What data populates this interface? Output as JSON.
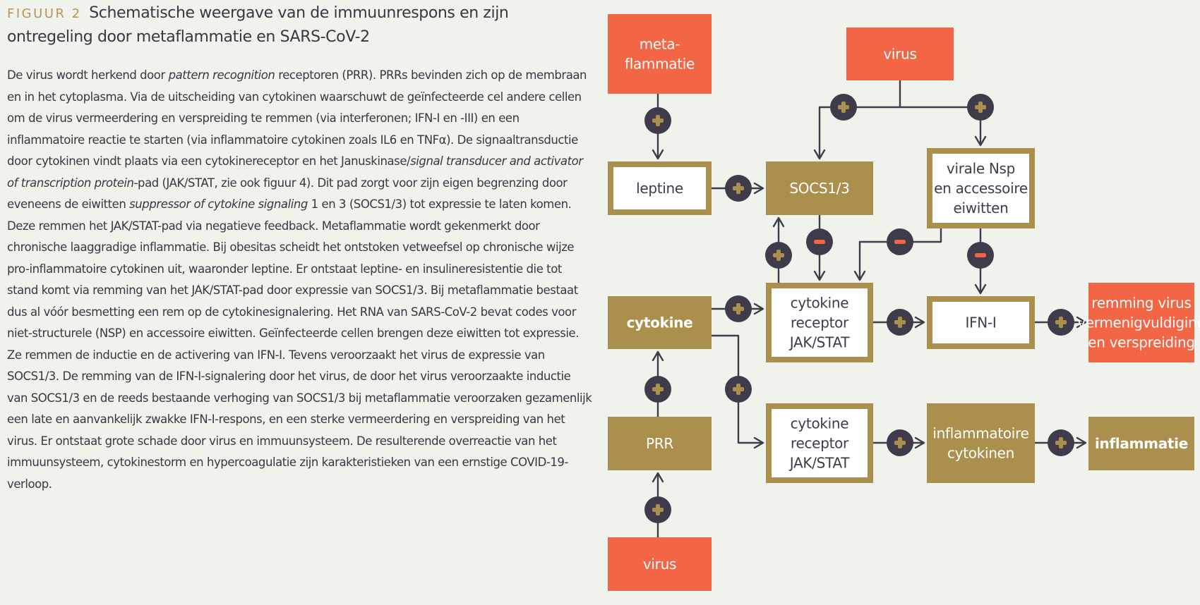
{
  "figure": {
    "label": "FIGUUR 2",
    "title": "Schematische weergave van de immuunrespons en zijn ontregeling door metaflammatie en SARS-CoV-2",
    "body": [
      {
        "text": "De virus wordt herkend door "
      },
      {
        "text": "pattern recognition",
        "italic": true
      },
      {
        "text": " receptoren (PRR). PRRs bevinden zich op de membraan en in het cytoplasma. Via de uitscheiding van cytokinen waarschuwt de geïnfecteerde cel andere cellen om de virus vermeerdering en verspreiding te remmen (via interferonen; IFN-I en -III) en een inflammatoire reactie te starten (via inflammatoire cytokinen zoals IL6 en TNFα). De signaaltransductie door cytokinen vindt plaats via een cytokinereceptor en het Januskinase/"
      },
      {
        "text": "signal transducer and activator of transcription protein",
        "italic": true
      },
      {
        "text": "-pad (JAK/STAT, zie ook figuur 4). Dit pad zorgt voor zijn eigen begrenzing door eveneens de eiwitten "
      },
      {
        "text": "suppressor of cytokine signaling",
        "italic": true
      },
      {
        "text": " 1 en 3 (SOCS1/3) tot expressie te laten komen. Deze remmen het JAK/STAT-pad via negatieve feedback. Metaflammatie wordt gekenmerkt door chronische laaggradige inflammatie. Bij obesitas scheidt het ontstoken vetweefsel op chronische wijze pro-inflammatoire cytokinen uit, waaronder leptine. Er ontstaat leptine- en insulineresistentie die tot stand komt via remming van het JAK/STAT-pad door expressie van SOCS1/3. Bij metaflammatie bestaat dus al vóór besmetting een rem op de cytokinesignalering. Het RNA van SARS-CoV-2 bevat codes voor niet-structurele (NSP) en accessoire eiwitten. Geïnfecteerde cellen brengen deze eiwitten tot expressie. Ze remmen de inductie en de activering van IFN-I. Tevens veroorzaakt het virus de expressie van SOCS1/3. De remming van de IFN-I-signalering door het virus, de door het virus veroorzaakte inductie van SOCS1/3 en de reeds bestaande verhoging van SOCS1/3 bij metaflammatie veroorzaken gezamenlijk een late en aanvankelijk zwakke IFN-I-respons, en een sterke vermeerdering en verspreiding van het virus. Er ontstaat grote schade door virus en immuunsysteem. De resulterende overreactie van het immuunsysteem, cytokinestorm en hypercoagulatie zijn karakteristieken van een ernstige COVID-19-verloop."
      }
    ]
  },
  "colors": {
    "background": "#f0f2ec",
    "orange": "#f26645",
    "gold": "#ab8f4c",
    "dark": "#3f3b4a",
    "label_gold": "#b8955a",
    "white": "#ffffff"
  },
  "diagram": {
    "nodes": [
      {
        "id": "metaflammatie",
        "style": "orange",
        "lines": [
          "meta-",
          "flammatie"
        ]
      },
      {
        "id": "virus_top",
        "style": "orange",
        "lines": [
          "virus"
        ]
      },
      {
        "id": "leptine",
        "style": "outlined",
        "lines": [
          "leptine"
        ]
      },
      {
        "id": "socs",
        "style": "gold",
        "lines": [
          "SOCS1/3"
        ]
      },
      {
        "id": "nsp",
        "style": "outlined",
        "lines": [
          "virale Nsp",
          "en accessoire",
          "eiwitten"
        ]
      },
      {
        "id": "cytokine",
        "style": "gold-bold",
        "lines": [
          "cytokine"
        ]
      },
      {
        "id": "receptor1",
        "style": "outlined",
        "lines": [
          "cytokine",
          "receptor",
          "JAK/STAT"
        ]
      },
      {
        "id": "ifn",
        "style": "outlined",
        "lines": [
          "IFN-I"
        ]
      },
      {
        "id": "remming",
        "style": "orange",
        "lines": [
          "remming virus",
          "vermenigvuldiging",
          "en verspreiding"
        ]
      },
      {
        "id": "prr",
        "style": "gold",
        "lines": [
          "PRR"
        ]
      },
      {
        "id": "receptor2",
        "style": "outlined",
        "lines": [
          "cytokine",
          "receptor",
          "JAK/STAT"
        ]
      },
      {
        "id": "inflcyt",
        "style": "gold",
        "lines": [
          "inflammatoire",
          "cytokinen"
        ]
      },
      {
        "id": "inflammatie",
        "style": "gold-bold",
        "lines": [
          "inflammatie"
        ]
      },
      {
        "id": "virus_bottom",
        "style": "orange",
        "lines": [
          "virus"
        ]
      }
    ],
    "signs": [
      {
        "id": "meta-leptine",
        "sign": "+",
        "label": "meta → leptine"
      },
      {
        "id": "leptine-socs",
        "sign": "+",
        "label": "leptine → SOCS1/3"
      },
      {
        "id": "virus-socs",
        "sign": "+",
        "label": "virus → SOCS1/3"
      },
      {
        "id": "virus-nsp",
        "sign": "+",
        "label": "virus → Nsp"
      },
      {
        "id": "socs-receptor",
        "sign": "−",
        "label": "SOCS1/3 ⊣ receptor"
      },
      {
        "id": "nsp-receptor",
        "sign": "−",
        "label": "Nsp ⊣ receptor"
      },
      {
        "id": "nsp-ifn",
        "sign": "−",
        "label": "Nsp ⊣ IFN-I"
      },
      {
        "id": "receptor-socs",
        "sign": "+",
        "label": "receptor → SOCS1/3"
      },
      {
        "id": "cytokine-receptor1",
        "sign": "+",
        "label": "cytokine → receptor"
      },
      {
        "id": "receptor1-ifn",
        "sign": "+",
        "label": "receptor → IFN-I"
      },
      {
        "id": "ifn-remming",
        "sign": "+",
        "label": "IFN-I → remming"
      },
      {
        "id": "prr-cytokine",
        "sign": "+",
        "label": "PRR → cytokine"
      },
      {
        "id": "cytokine-receptor2",
        "sign": "+",
        "label": "cytokine → receptor 2"
      },
      {
        "id": "receptor2-inflcyt",
        "sign": "+",
        "label": "receptor 2 → inflammatoire cytokinen"
      },
      {
        "id": "inflcyt-inflammatie",
        "sign": "+",
        "label": "inflammatoire cytokinen → inflammatie"
      },
      {
        "id": "virus-prr",
        "sign": "+",
        "label": "virus → PRR"
      }
    ]
  }
}
